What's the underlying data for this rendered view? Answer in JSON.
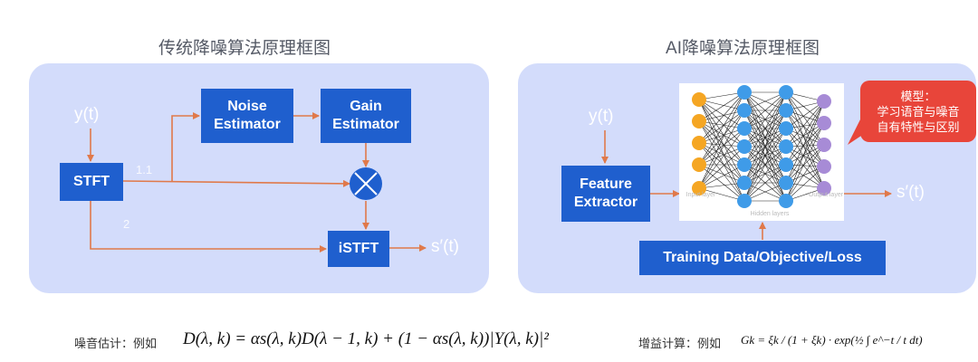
{
  "left": {
    "title": "传统降噪算法原理框图",
    "input_signal": "y(t)",
    "stft": "STFT",
    "noise_estimator": "Noise\nEstimator",
    "gain_estimator": "Gain\nEstimator",
    "istft": "iSTFT",
    "output_signal": "s′(t)",
    "path_label_1": "1.1",
    "path_label_2": "2"
  },
  "right": {
    "title": "AI降噪算法原理框图",
    "input_signal": "y(t)",
    "feature_extractor": "Feature\nExtractor",
    "training": "Training Data/Objective/Loss",
    "output_signal": "s′(t)",
    "callout": "模型：\n学习语音与噪音\n自有特性与区别",
    "nn_input_label": "Input layer",
    "nn_hidden_label": "Hidden layers",
    "nn_output_label": "Output layer"
  },
  "equations": {
    "noise_label": "噪音估计：例如",
    "noise_formula": "D(λ, k) = αs(λ, k)D(λ − 1, k) + (1 − αs(λ, k))|Y(λ, k)|²",
    "gain_label": "增益计算：例如",
    "gain_formula": "Gk = ξk / (1 + ξk) · exp(½ ∫ e^−t / t dt)"
  },
  "colors": {
    "panel": "#d3dcfb",
    "block": "#1f5fce",
    "arrow": "#e0794a",
    "callout": "#e8453a",
    "node_input": "#f5a623",
    "node_hidden": "#3f9be8",
    "node_output": "#a78bd6"
  }
}
